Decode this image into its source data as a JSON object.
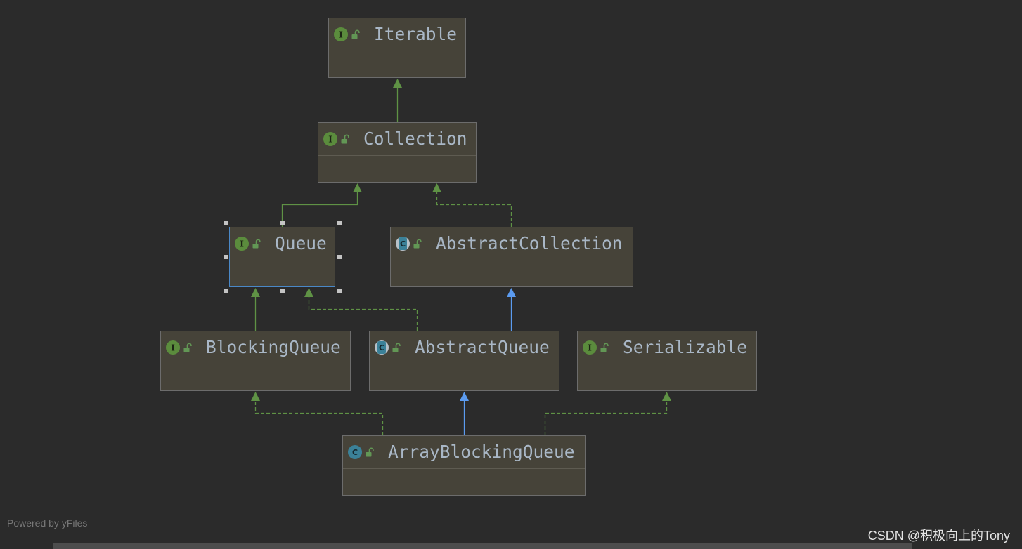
{
  "colors": {
    "background": "#2b2b2b",
    "node_fill": "#464339",
    "node_border": "#6c6c6c",
    "node_separator": "#5e5b51",
    "selected_border": "#4a88c7",
    "text": "#a9b7c6",
    "interface_icon": "#5b8c3d",
    "class_icon": "#3b8198",
    "lock_icon": "#629755",
    "edge_green": "#5f9245",
    "edge_blue": "#5b9bf0"
  },
  "diagram": {
    "nodes": [
      {
        "name": "Iterable",
        "icon": "interface-icon",
        "icon_letter": "I",
        "visibility_icon": "public-lock-icon",
        "selected": false
      },
      {
        "name": "Collection",
        "icon": "interface-icon",
        "icon_letter": "I",
        "visibility_icon": "public-lock-icon",
        "selected": false
      },
      {
        "name": "Queue",
        "icon": "interface-icon",
        "icon_letter": "I",
        "visibility_icon": "public-lock-icon",
        "selected": true
      },
      {
        "name": "AbstractCollection",
        "icon": "abstract-class-icon",
        "icon_letter": "C",
        "visibility_icon": "public-lock-icon",
        "selected": false
      },
      {
        "name": "BlockingQueue",
        "icon": "interface-icon",
        "icon_letter": "I",
        "visibility_icon": "public-lock-icon",
        "selected": false
      },
      {
        "name": "AbstractQueue",
        "icon": "abstract-class-icon",
        "icon_letter": "C",
        "visibility_icon": "public-lock-icon",
        "selected": false
      },
      {
        "name": "Serializable",
        "icon": "interface-icon",
        "icon_letter": "I",
        "visibility_icon": "public-lock-icon",
        "selected": false
      },
      {
        "name": "ArrayBlockingQueue",
        "icon": "class-icon",
        "icon_letter": "C",
        "visibility_icon": "public-lock-icon",
        "selected": false
      }
    ],
    "edges": [
      {
        "from": "Collection",
        "to": "Iterable",
        "line": "solid",
        "color": "green"
      },
      {
        "from": "Queue",
        "to": "Collection",
        "line": "solid",
        "color": "green"
      },
      {
        "from": "AbstractCollection",
        "to": "Collection",
        "line": "dashed",
        "color": "green"
      },
      {
        "from": "BlockingQueue",
        "to": "Queue",
        "line": "solid",
        "color": "green"
      },
      {
        "from": "AbstractQueue",
        "to": "Queue",
        "line": "dashed",
        "color": "green"
      },
      {
        "from": "AbstractQueue",
        "to": "AbstractCollection",
        "line": "solid",
        "color": "blue"
      },
      {
        "from": "ArrayBlockingQueue",
        "to": "BlockingQueue",
        "line": "dashed",
        "color": "green"
      },
      {
        "from": "ArrayBlockingQueue",
        "to": "AbstractQueue",
        "line": "solid",
        "color": "blue"
      },
      {
        "from": "ArrayBlockingQueue",
        "to": "Serializable",
        "line": "dashed",
        "color": "green"
      }
    ]
  },
  "footer": {
    "powered_by": "Powered by yFiles",
    "watermark": "CSDN @积极向上的Tony"
  }
}
